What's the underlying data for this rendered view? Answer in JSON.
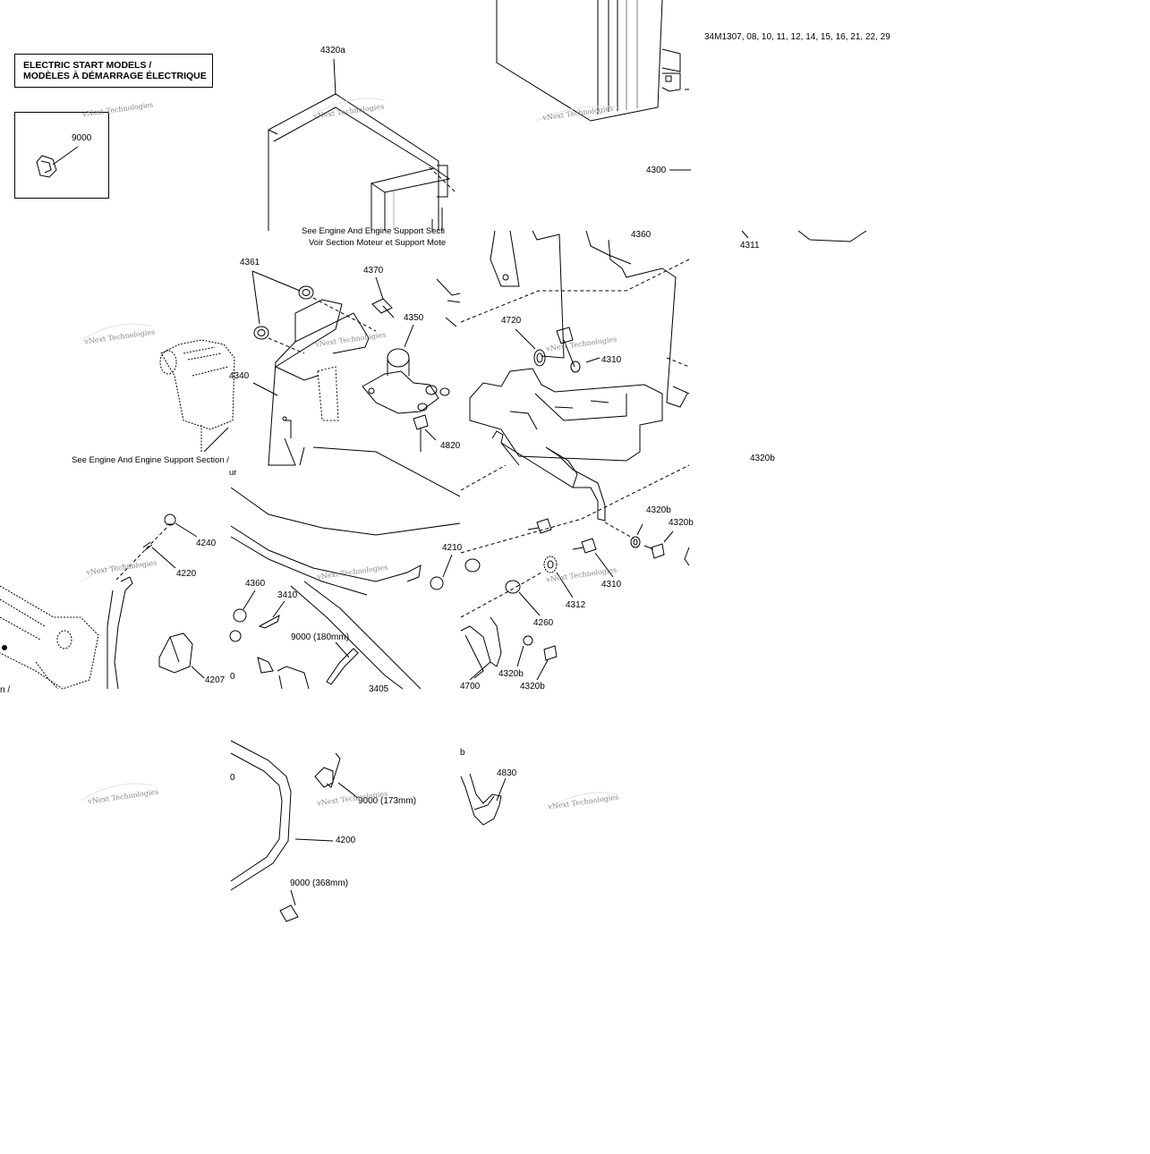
{
  "header": {
    "title_line1": "ELECTRIC START MODELS /",
    "title_line2": "MODÈLES À DÉMARRAGE ÉLECTRIQUE",
    "reference_code": "34M1307, 08, 10, 11, 12, 14, 15, 16, 21, 22, 29"
  },
  "inset": {
    "part_number": "9000"
  },
  "notes": {
    "engine_support_top_en": "See Engine And Engine Support Secti",
    "engine_support_top_fr": "Voir Section Moteur et Support Mote",
    "engine_support_left_en": "See Engine And Engine Support Section /",
    "engine_support_left_fr": "ur"
  },
  "watermark": "vNext Technologies",
  "part_labels": [
    "4320a",
    "4300",
    "4311",
    "4361",
    "4370",
    "4350",
    "4360",
    "4720",
    "4310",
    "4340",
    "4820",
    "4320b",
    "4320b",
    "4240",
    "4220",
    "4210",
    "4310",
    "4312",
    "4260",
    "4360",
    "3410",
    "9000 (180mm)",
    "4207",
    "3405",
    "4700",
    "4320b",
    "4320b",
    "4830",
    "9000 (173mm)",
    "4200",
    "9000 (368mm)",
    "0",
    "0",
    "b",
    "4320b",
    "n /"
  ]
}
